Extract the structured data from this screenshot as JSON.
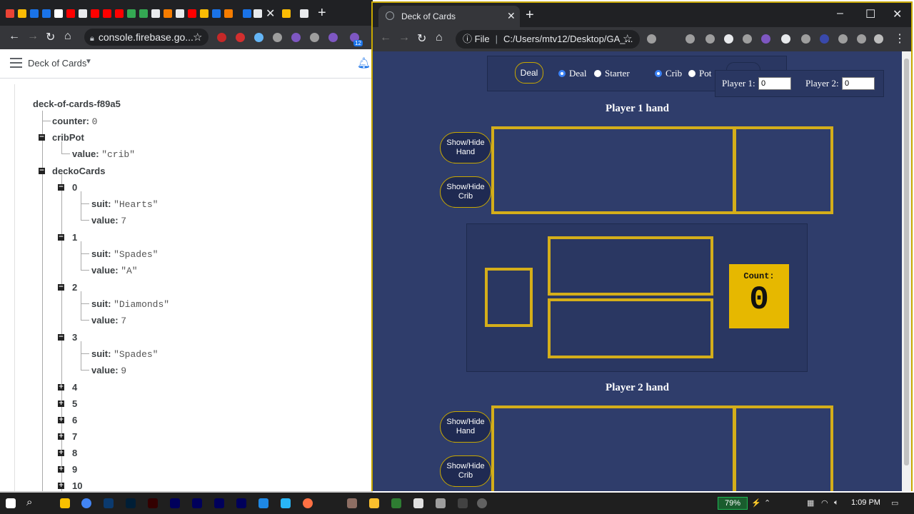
{
  "left_browser": {
    "url": "console.firebase.go...",
    "badge": "12"
  },
  "firebase": {
    "project_menu": "Deck of Cards",
    "tree": {
      "root": "deck-of-cards-f89a5",
      "counter_key": "counter:",
      "counter_val": "0",
      "cribpot_key": "cribPot",
      "cribpot_value_key": "value:",
      "cribpot_value": "\"crib\"",
      "deckocards_key": "deckoCards",
      "cards": [
        {
          "index": "0",
          "suit_key": "suit:",
          "suit": "\"Hearts\"",
          "value_key": "value:",
          "value": "7"
        },
        {
          "index": "1",
          "suit_key": "suit:",
          "suit": "\"Spades\"",
          "value_key": "value:",
          "value": "\"A\""
        },
        {
          "index": "2",
          "suit_key": "suit:",
          "suit": "\"Diamonds\"",
          "value_key": "value:",
          "value": "7"
        },
        {
          "index": "3",
          "suit_key": "suit:",
          "suit": "\"Spades\"",
          "value_key": "value:",
          "value": "9"
        }
      ],
      "collapsed": [
        "4",
        "5",
        "6",
        "7",
        "8",
        "9",
        "10"
      ]
    }
  },
  "right_browser": {
    "tab_title": "Deck of Cards",
    "url_prefix": "File",
    "url": "C:/Users/mtv12/Desktop/GA_...",
    "win_min": "–",
    "win_max": "☐",
    "win_close": "✕"
  },
  "game": {
    "deal_button": "Deal",
    "radio_deal": "Deal",
    "radio_starter": "Starter",
    "radio_crib": "Crib",
    "radio_pot": "Pot",
    "player1_label": "Player 1:",
    "player1_score": "0",
    "player2_label": "Player 2:",
    "player2_score": "0",
    "player1_hand_title": "Player 1 hand",
    "player2_hand_title": "Player 2 hand",
    "show_hide_hand": "Show/Hide Hand",
    "show_hide_crib": "Show/Hide Crib",
    "count_label": "Count:",
    "count_value": "0"
  },
  "taskbar": {
    "battery": "79%",
    "clock": "1:09 PM"
  },
  "colors": {
    "game_bg": "#2f3d6b",
    "zone_border": "#d4ae1a",
    "count_bg": "#e6b800",
    "chrome_dark": "#202124"
  }
}
